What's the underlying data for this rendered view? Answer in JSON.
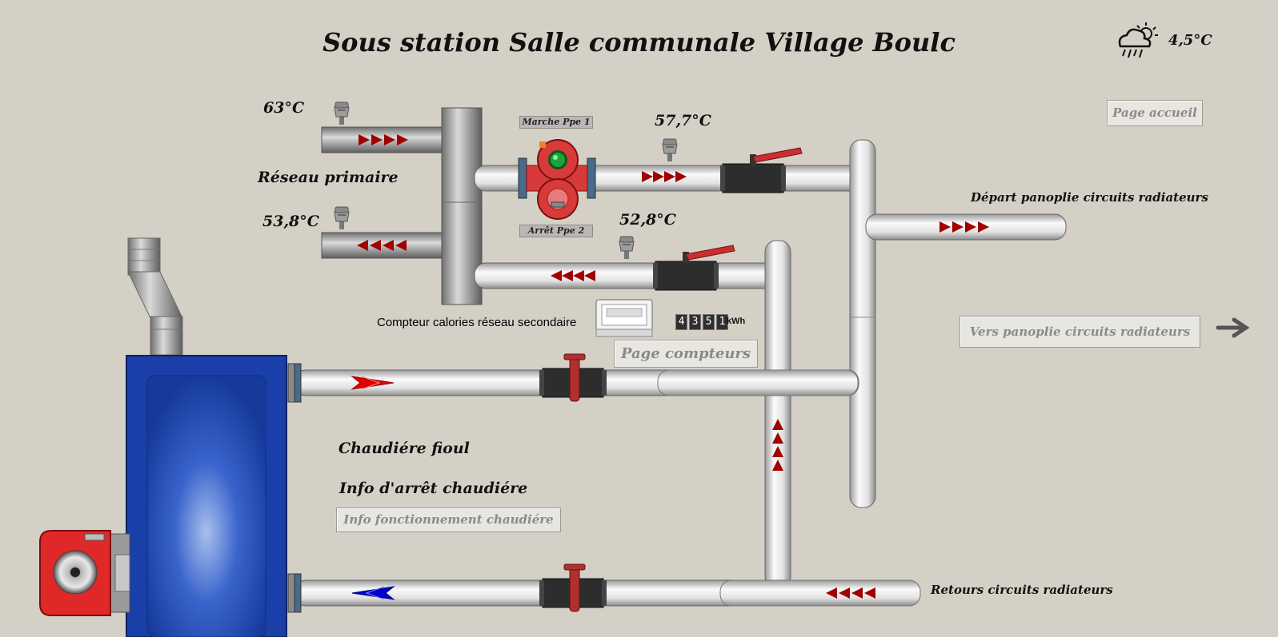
{
  "title": "Sous station Salle communale Village Boulc",
  "weather": {
    "icon": "rain-cloud-sun-icon",
    "outside_temp": "4,5°C"
  },
  "primary": {
    "label": "Réseau primaire",
    "supply_temp": "63°C",
    "return_temp": "53,8°C"
  },
  "secondary": {
    "supply_temp": "57,7°C",
    "return_temp": "52,8°C"
  },
  "pumps": {
    "run_label": "Marche Ppe 1",
    "stop_label": "Arrêt Ppe 2"
  },
  "meter": {
    "label": "Compteur calories réseau secondaire",
    "digits": [
      "4",
      "3",
      "5",
      "1"
    ],
    "unit": "kWh"
  },
  "boiler": {
    "label": "Chaudiére fioul",
    "stop_info": "Info d'arrêt chaudiére"
  },
  "circuits": {
    "depart_label": "Départ panoplie circuits radiateurs",
    "retour_label": "Retours circuits radiateurs"
  },
  "buttons": {
    "home": "Page accueil",
    "meters": "Page compteurs",
    "to_panel": "Vers panoplie circuits radiateurs",
    "boiler_info": "Info fonctionnement chaudiére"
  },
  "colors": {
    "background": "#d4d0c6",
    "flow_arrow": "#a00000",
    "hot_arrow": "#e00000",
    "cold_arrow": "#0000d0",
    "boiler": "#1a3fa8",
    "pump": "#d83a3a",
    "pump_running": "#1fa33a"
  }
}
